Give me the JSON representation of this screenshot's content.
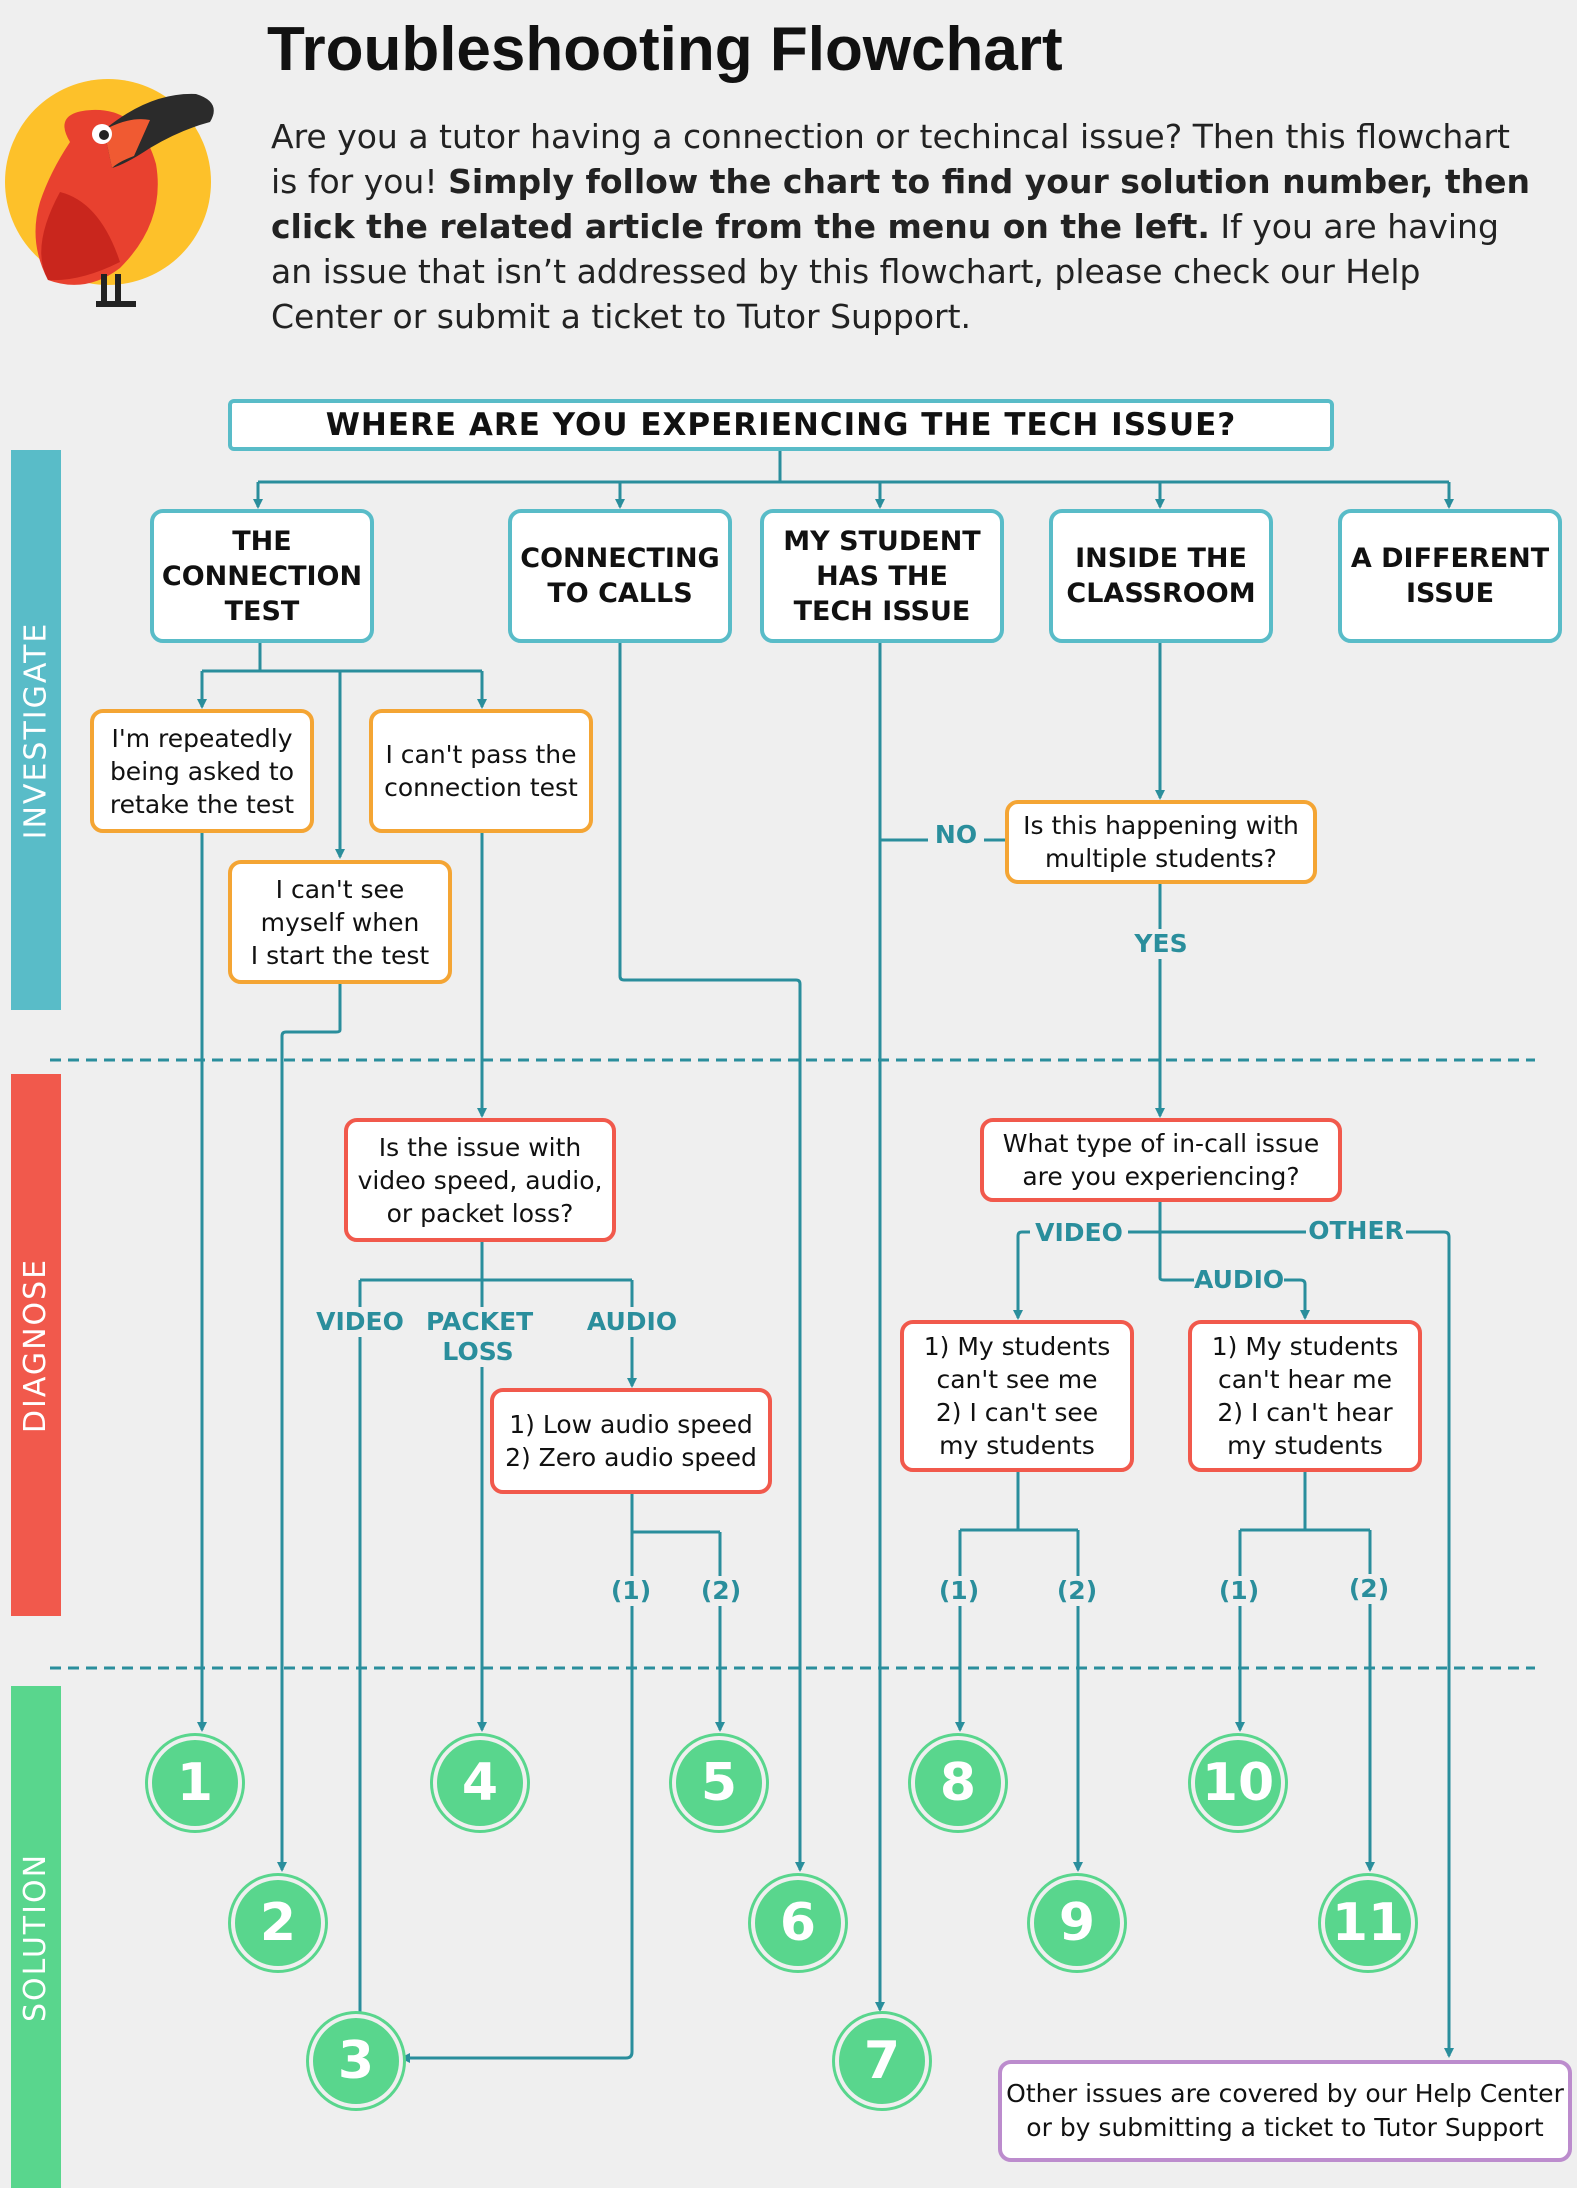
{
  "title": "Troubleshooting Flowchart",
  "intro": {
    "part1": "Are you a tutor having a connection or techincal issue? Then this flowchart is for you! ",
    "bold": "Simply follow the chart to find your solution number, then click the related article from the menu on the left.",
    "part2": " If you are having an issue that isn’t addressed by this flowchart, please check our Help Center or submit a ticket to Tutor Support."
  },
  "sections": {
    "investigate": "INVESTIGATE",
    "diagnose": "DIAGNOSE",
    "solution": "SOLUTION"
  },
  "colors": {
    "investigate": "#59bcc8",
    "diagnose": "#f1594c",
    "solution": "#59d68d",
    "question": "#f4a534",
    "line": "#2a8e9c",
    "other": "#bc8ccd"
  },
  "icons": {
    "mascot": "toucan-bird-icon"
  },
  "root": "WHERE ARE YOU EXPERIENCING THE TECH ISSUE?",
  "categories": [
    "THE\nCONNECTION\nTEST",
    "CONNECTING\nTO CALLS",
    "MY STUDENT\nHAS THE\nTECH ISSUE",
    "INSIDE THE\nCLASSROOM",
    "A DIFFERENT\nISSUE"
  ],
  "questions": {
    "retake": "I'm repeatedly\nbeing asked to\nretake the test",
    "cant_pass": "I can't pass the\nconnection test",
    "cant_see": "I can't see\nmyself when\nI start the test",
    "multiple": "Is this happening with\nmultiple students?"
  },
  "diagnose": {
    "issue_type": "Is the issue with\nvideo speed, audio,\nor packet loss?",
    "audio_speed": "1) Low audio speed\n2) Zero audio speed",
    "incall": "What type of in-call issue\nare you experiencing?",
    "video_issue": "1) My students\ncan't see me\n2) I can't see\nmy students",
    "audio_issue": "1) My students\ncan't hear me\n2) I can't hear\nmy students"
  },
  "labels": {
    "no": "NO",
    "yes": "YES",
    "video": "VIDEO",
    "packet_loss": "PACKET\nLOSS",
    "audio": "AUDIO",
    "video2": "VIDEO",
    "other": "OTHER",
    "audio2": "AUDIO",
    "opt1": "(1)",
    "opt2": "(2)"
  },
  "solutions": [
    "1",
    "2",
    "3",
    "4",
    "5",
    "6",
    "7",
    "8",
    "9",
    "10",
    "11"
  ],
  "other_note": "Other issues are covered by our Help Center\nor by submitting a ticket to Tutor Support"
}
